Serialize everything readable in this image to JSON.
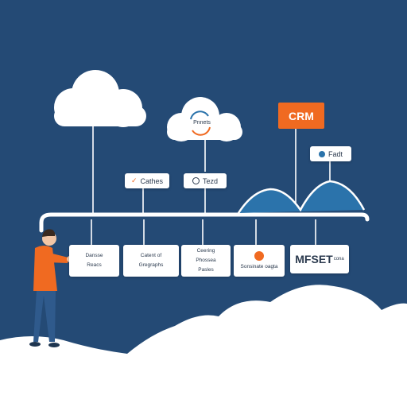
{
  "cloud_top_label": "Pnnets",
  "tags": {
    "cathes": "Cathes",
    "tezd": "Tezd",
    "fadt": "Fadt",
    "crm": "CRM"
  },
  "cards": {
    "card1_line1": "Dansse",
    "card1_line2": "Reacs",
    "card2_line1": "Catent of",
    "card2_line2": "Gregraphs",
    "card3_line1": "Ceering",
    "card3_line2": "Phossea",
    "card3_line3": "Pasles",
    "card4_line1": "Sonsinate oagta",
    "card5_main": "MFSET",
    "card5_suffix": "cona"
  },
  "colors": {
    "background": "#244a75",
    "accent_orange": "#f06a21",
    "mountain_blue": "#2b73ab",
    "person_shirt": "#f06a21",
    "person_pants": "#2f5a8c"
  }
}
